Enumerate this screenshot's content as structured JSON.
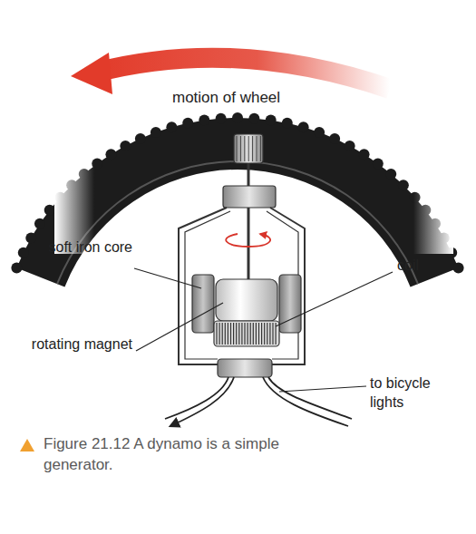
{
  "diagram": {
    "caption": "Figure 21.12 A dynamo is a simple generator.",
    "labels": [
      "motion of wheel",
      "soft iron core",
      "coil",
      "rotating magnet",
      "to bicycle lights"
    ]
  }
}
